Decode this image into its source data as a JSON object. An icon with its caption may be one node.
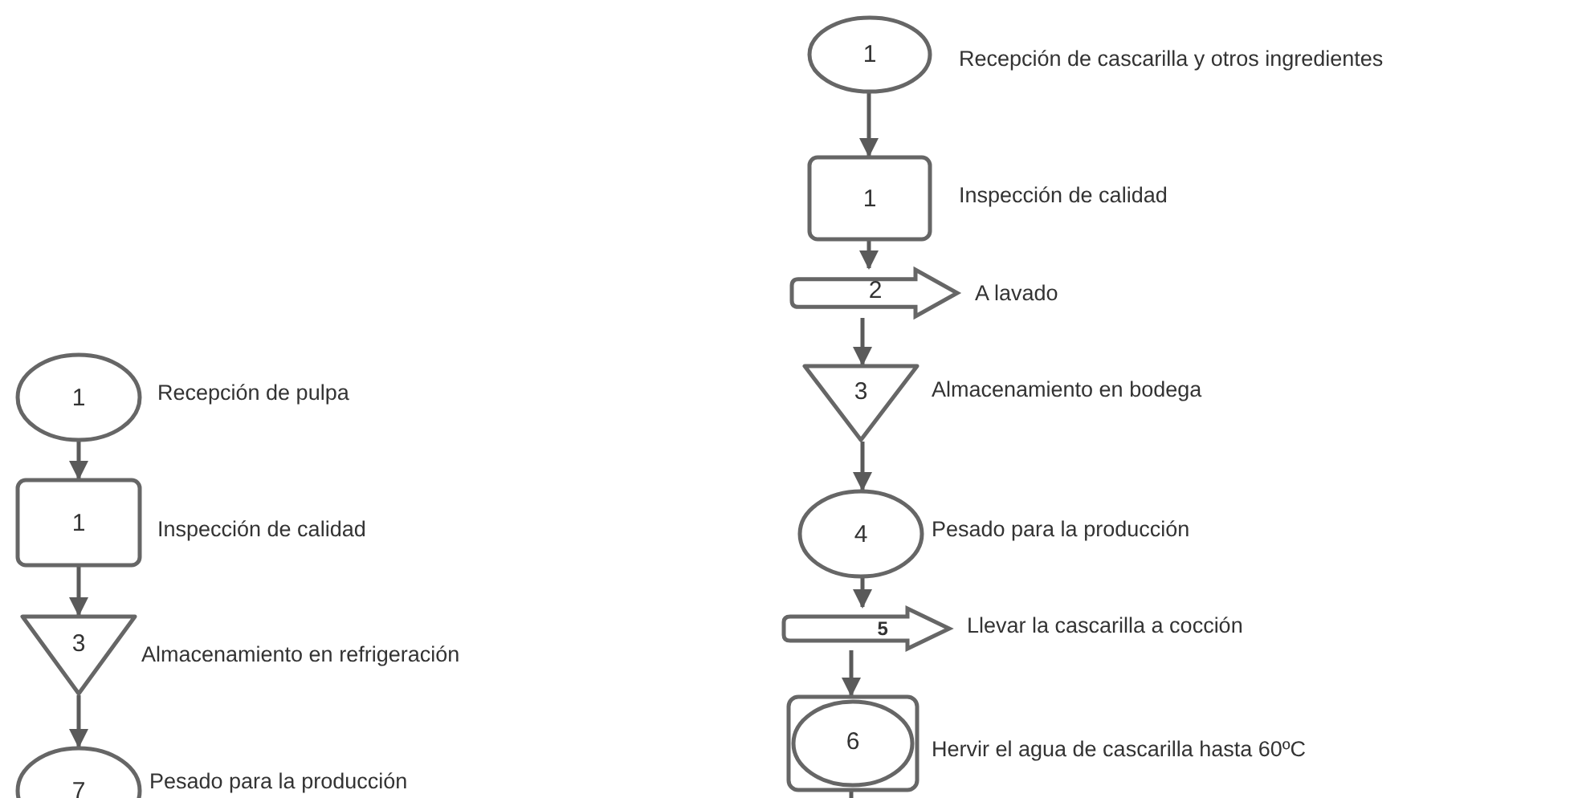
{
  "diagram": {
    "nodes": [
      {
        "text": [
          "1"
        ],
        "beside": [
          "Recepción de cascarilla y otros ingredientes"
        ]
      },
      {
        "text": [
          "1"
        ],
        "beside": [
          "Inspección de calidad"
        ]
      },
      {
        "text": [
          "2"
        ],
        "beside": [
          "A lavado"
        ]
      },
      {
        "text": [
          "3"
        ],
        "beside": [
          "Almacenamiento en bodega"
        ]
      },
      {
        "text": [
          "4"
        ],
        "beside": [
          "Pesado para la producción"
        ]
      },
      {
        "text": [
          "5"
        ],
        "beside": [
          "Llevar la cascarilla a cocción"
        ]
      },
      {
        "text": [
          "6"
        ],
        "beside": [
          "Hervir el agua de cascarilla hasta 60ºC"
        ]
      },
      {
        "text": [
          "1"
        ],
        "beside": [
          "Recepción de pulpa"
        ]
      },
      {
        "text": [
          "1"
        ],
        "beside": [
          "Inspección de calidad"
        ]
      },
      {
        "text": [
          "3"
        ],
        "beside": [
          "Almacenamiento en refrigeración"
        ]
      },
      {
        "text": [
          "7"
        ],
        "beside": [
          "Pesado para la producción"
        ]
      }
    ],
    "edges": [
      {
        "from": 0,
        "to": 1,
        "arrow": "to"
      },
      {
        "from": 1,
        "to": 2,
        "arrow": "to"
      },
      {
        "from": 2,
        "to": 3,
        "arrow": "to"
      },
      {
        "from": 3,
        "to": 4,
        "arrow": "to"
      },
      {
        "from": 4,
        "to": 5,
        "arrow": "to"
      },
      {
        "from": 5,
        "to": 6,
        "arrow": "to"
      },
      {
        "from": 6,
        "to": null,
        "arrow": "none"
      },
      {
        "from": 7,
        "to": 8,
        "arrow": "to"
      },
      {
        "from": 8,
        "to": 9,
        "arrow": "to"
      },
      {
        "from": 9,
        "to": 10,
        "arrow": "to"
      }
    ]
  }
}
